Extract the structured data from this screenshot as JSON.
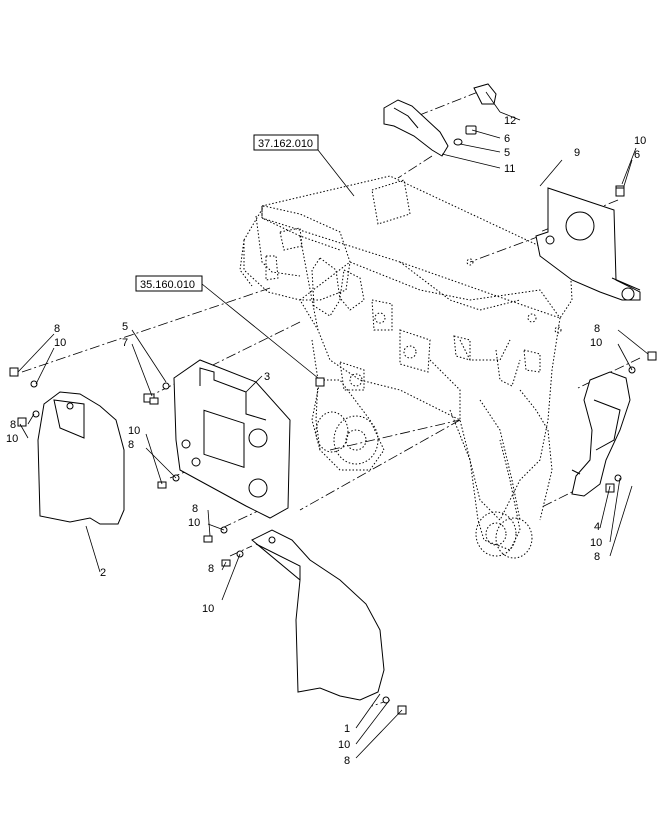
{
  "references": {
    "ref_a": "37.162.010",
    "ref_b": "35.160.010"
  },
  "callouts": {
    "c12": "12",
    "c6a": "6",
    "c5a": "5",
    "c11": "11",
    "c9": "9",
    "c10a": "10",
    "c6b": "6",
    "c8a": "8",
    "c10b": "10",
    "c5b": "5",
    "c7": "7",
    "c3": "3",
    "c8b": "8",
    "c10c": "10",
    "c10d": "10",
    "c8c": "8",
    "c8d": "8",
    "c10e": "10",
    "c2": "2",
    "c8e": "8",
    "c10f": "10",
    "c8f": "8",
    "c10g": "10",
    "c4": "4",
    "c10h": "10",
    "c8g": "8",
    "c1": "1",
    "c10i": "10",
    "c8h": "8"
  }
}
